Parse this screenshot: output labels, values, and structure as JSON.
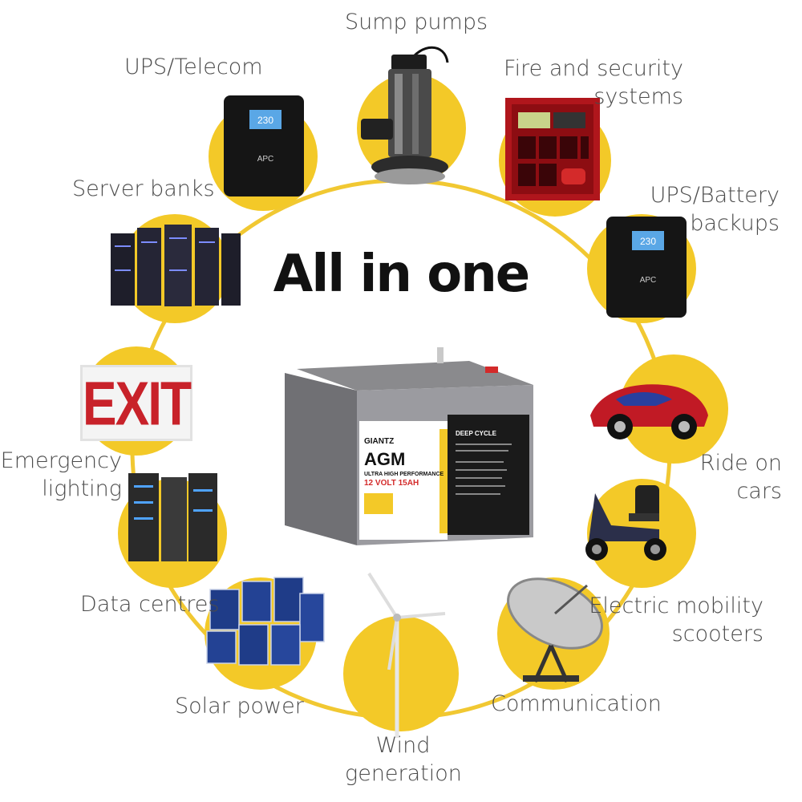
{
  "title": "All in one",
  "labels": {
    "sump_pumps": [
      "Sump pumps"
    ],
    "fire_security": [
      "Fire and security",
      "systems"
    ],
    "ups_battery": [
      "UPS/Battery",
      "backups"
    ],
    "ride_on_cars": [
      "Ride on",
      "cars"
    ],
    "mobility_scooters": [
      "Electric mobility",
      "scooters"
    ],
    "communication": [
      "Communication"
    ],
    "wind": [
      "Wind",
      "generation"
    ],
    "solar": [
      "Solar power"
    ],
    "data_centres": [
      "Data centres"
    ],
    "emergency_lighting": [
      "Emergency",
      "lighting"
    ],
    "server_banks": [
      "Server banks"
    ],
    "ups_telecom": [
      "UPS/Telecom"
    ]
  },
  "battery": {
    "brand": "GIANTZ",
    "type": "AGM",
    "subtitle": "ULTRA HIGH PERFORMANCE",
    "rating": "12 VOLT 15AH",
    "panel_heading": "DEEP CYCLE"
  },
  "exit_sign_text": "EXIT",
  "ups_screen_value": "230",
  "ups_brand": "APC",
  "colors": {
    "accent_yellow": "#f3c928",
    "ring_yellow": "#f1c832",
    "title": "#111111",
    "label": "#4b4b4b",
    "exit_red": "#c8222a"
  }
}
